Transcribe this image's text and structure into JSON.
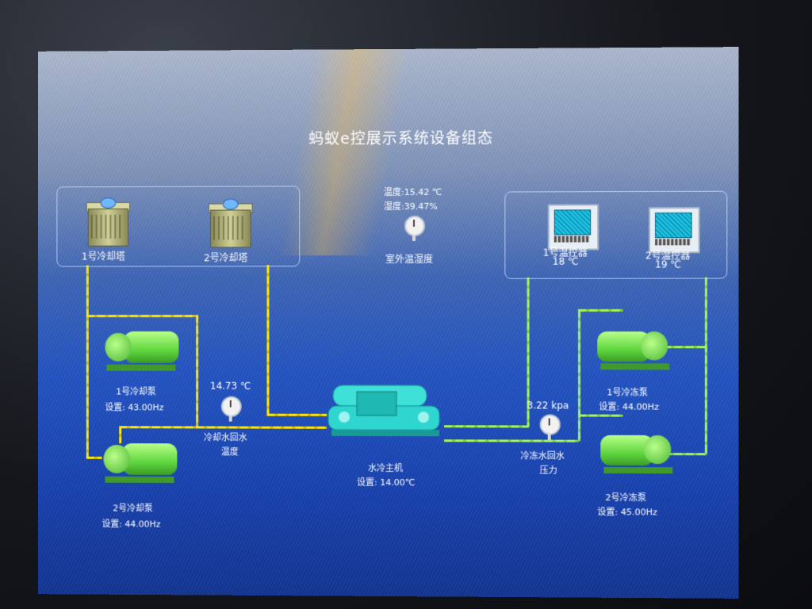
{
  "title": "蚂蚁e控展示系统设备组态",
  "cooling_towers": [
    {
      "name": "1号冷却塔"
    },
    {
      "name": "2号冷却塔"
    }
  ],
  "outdoor_sensor": {
    "temperature": "温度:15.42 ℃",
    "humidity": "湿度:39.47%",
    "name": "室外温湿度"
  },
  "thermostats": [
    {
      "name": "1号温控器",
      "value": "18 ℃"
    },
    {
      "name": "2号温控器",
      "value": "19 ℃"
    }
  ],
  "cooling_pumps": [
    {
      "name": "1号冷却泵",
      "setting": "设置: 43.00Hz"
    },
    {
      "name": "2号冷却泵",
      "setting": "设置: 44.00Hz"
    }
  ],
  "chilled_pumps": [
    {
      "name": "1号冷冻泵",
      "setting": "设置: 44.00Hz"
    },
    {
      "name": "2号冷冻泵",
      "setting": "设置: 45.00Hz"
    }
  ],
  "cooling_return": {
    "value": "14.73 ℃",
    "name_line1": "冷却水回水",
    "name_line2": "温度"
  },
  "chilled_return": {
    "value": "3.22 kpa",
    "name_line1": "冷冻水回水",
    "name_line2": "压力"
  },
  "chiller": {
    "name": "水冷主机",
    "setting": "设置: 14.00℃"
  },
  "colors": {
    "cooling_pipe": "#ffe600",
    "chilled_pipe": "#a6f25a",
    "equipment_green": "#5fd63f",
    "chiller_cyan": "#2fd6d0"
  }
}
